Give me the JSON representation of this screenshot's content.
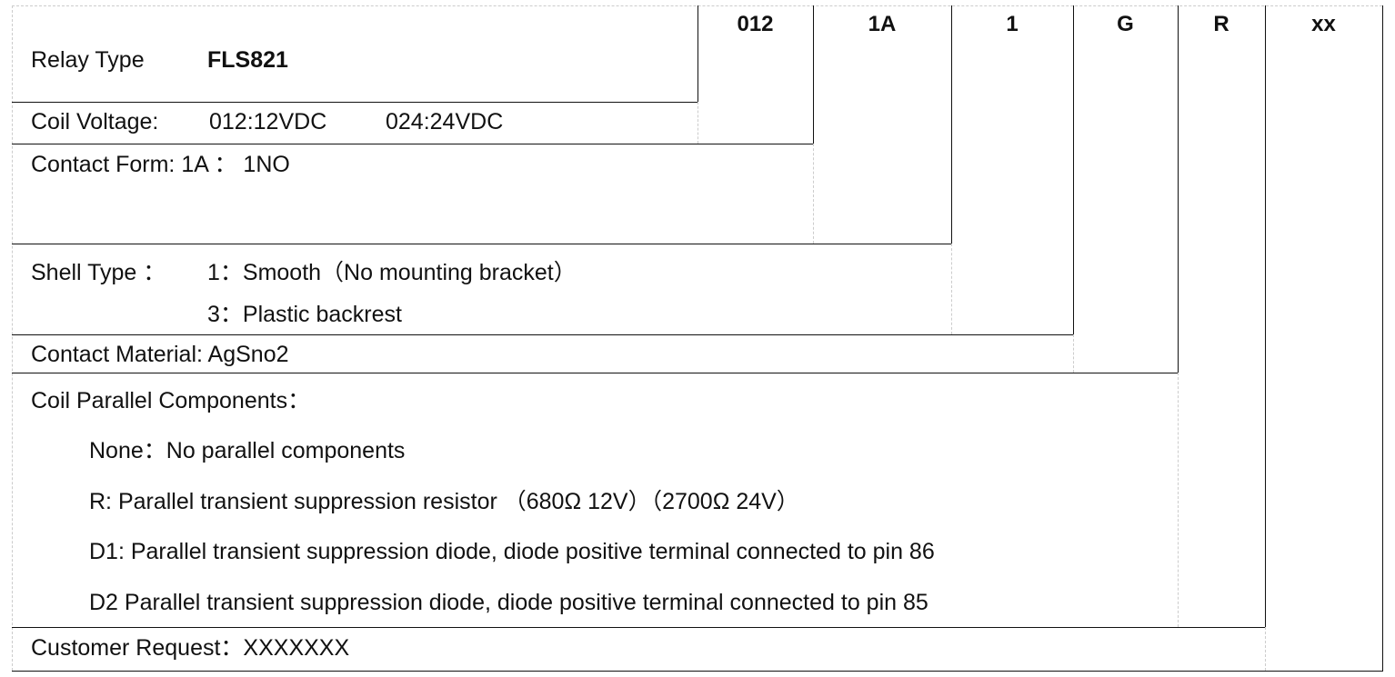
{
  "relay_type": {
    "label": "Relay Type",
    "value": "FLS821"
  },
  "codes": [
    "012",
    "1A",
    "1",
    "G",
    "R",
    "xx"
  ],
  "coil_voltage": {
    "label": "Coil Voltage:",
    "opt1": "012:12VDC",
    "opt2": "024:24VDC"
  },
  "contact_form": "Contact Form: 1A  ：  1NO",
  "shell_type": {
    "label": "Shell Type  ：",
    "opt1": "1：Smooth（No mounting bracket）",
    "opt2": "3：Plastic backrest"
  },
  "contact_material": "Contact Material: AgSno2",
  "coil_parallel": {
    "label": "Coil Parallel Components：",
    "options": [
      "None：No parallel components",
      "R: Parallel transient suppression resistor  （680Ω 12V）（2700Ω 24V）",
      "D1: Parallel transient suppression diode, diode positive terminal connected to pin 86",
      "D2 Parallel transient suppression diode, diode positive terminal connected to pin 85"
    ]
  },
  "customer_request": "Customer Request：XXXXXXX"
}
